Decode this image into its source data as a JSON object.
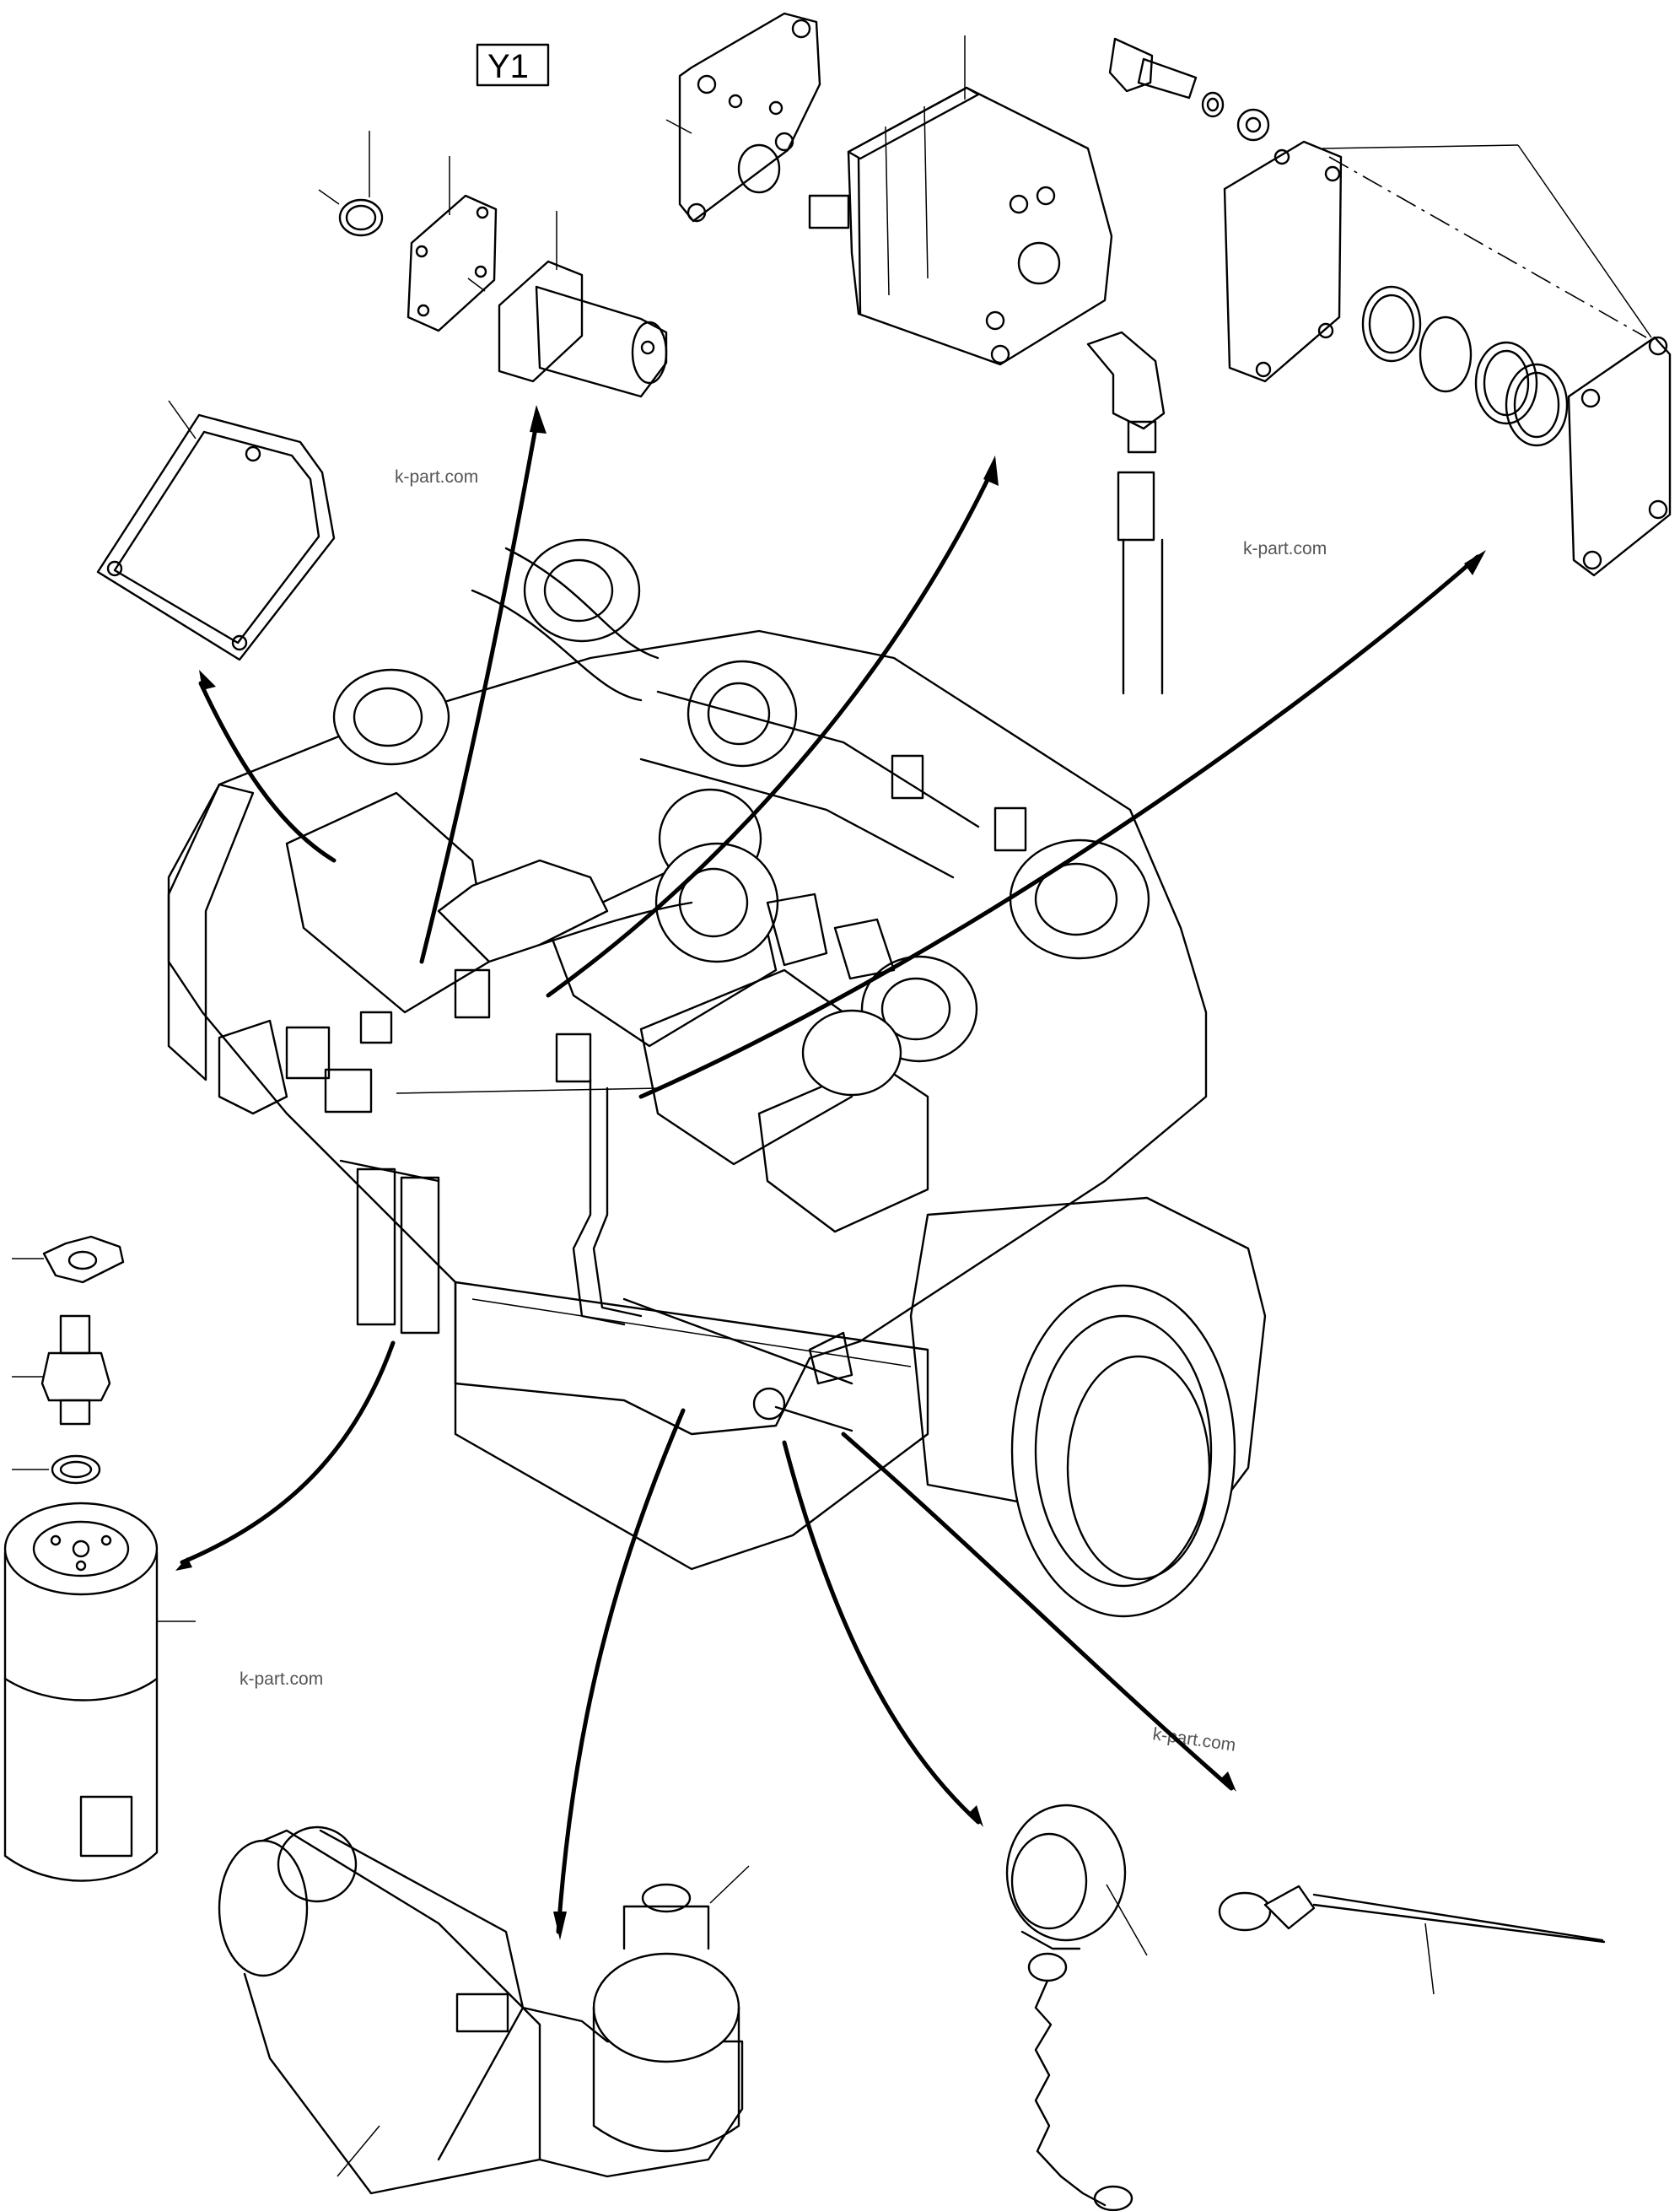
{
  "diagram_label": "Y1",
  "watermarks": [
    "k-part.com",
    "k-part.com",
    "k-part.com",
    "k-part.com"
  ]
}
